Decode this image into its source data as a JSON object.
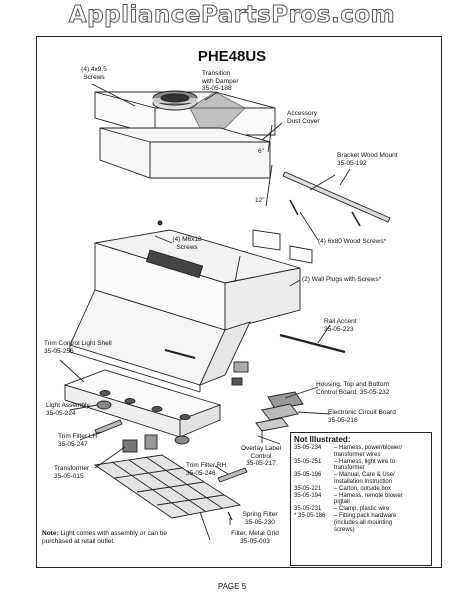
{
  "watermark": "AppliancePartsPros.com",
  "model": "PHE48US",
  "callouts": {
    "screws_4x9_5": "(4) 4x9.5\nScrews",
    "transition": "Transition\nwith Damper\n35-05-188",
    "dust_cover": "Accessory\nDust Cover",
    "dim_6": "6\"",
    "dim_12": "12\"",
    "bracket_wood_mount": "Bracket Wood Mount\n35-05-192",
    "m6x18_screws": "(4) M6x18\nScrews",
    "wood_screws": "(4) 6x80 Wood Screws*",
    "wall_plugs": "(2) Wall Plugs with Screws*",
    "rail_accent": "Rail Accent\n35-05-223",
    "trim_control_light_shell": "Trim Control Light Shell\n35-05-256",
    "housing": "Housing, Top and Bottom\nControl Board, 35-05-232",
    "light_assembly": "Light Assembly\n35-05-224",
    "electronic_circuit_board": "Electronic Circuit Board\n35-05-216",
    "trim_filter_lh": "Trim Filter LH\n35-05-247",
    "overlay_label": "Overlay Label\nControl\n35-05-217",
    "transformer": "Transformer\n35-05-015",
    "trim_filter_rh": "Trim Filter RH\n35-05-246",
    "spring_filter": "Spring Filter\n35-05-230",
    "filter_metal_grid": "Filter, Metal Grid\n35-05-003"
  },
  "not_illustrated": {
    "title": "Not Illustrated:",
    "items": [
      {
        "part": "35-05-234",
        "desc": "–  Harness, power/blower/\n    transformer wires"
      },
      {
        "part": "35-05-251",
        "desc": "–  Harness, light wire to\n    transformer"
      },
      {
        "part": "35-05-196",
        "desc": "–  Manual, Care & Use/\n    Installation Instruction"
      },
      {
        "part": "35-05-221",
        "desc": "–  Carton, outside box"
      },
      {
        "part": "35-05-194",
        "desc": "–  Harness, remote blower\n    pigtail"
      },
      {
        "part": "35-05-231",
        "desc": "–  Clamp, plastic wire"
      },
      {
        "part": "* 35-05-186",
        "desc": "–  Fitting pack hardware\n    (includes all mounting\n    screws)"
      }
    ]
  },
  "note": {
    "label": "Note:",
    "text": "Light comes with assembly or can be purchased at retail outlet."
  },
  "page_label": "PAGE 5"
}
